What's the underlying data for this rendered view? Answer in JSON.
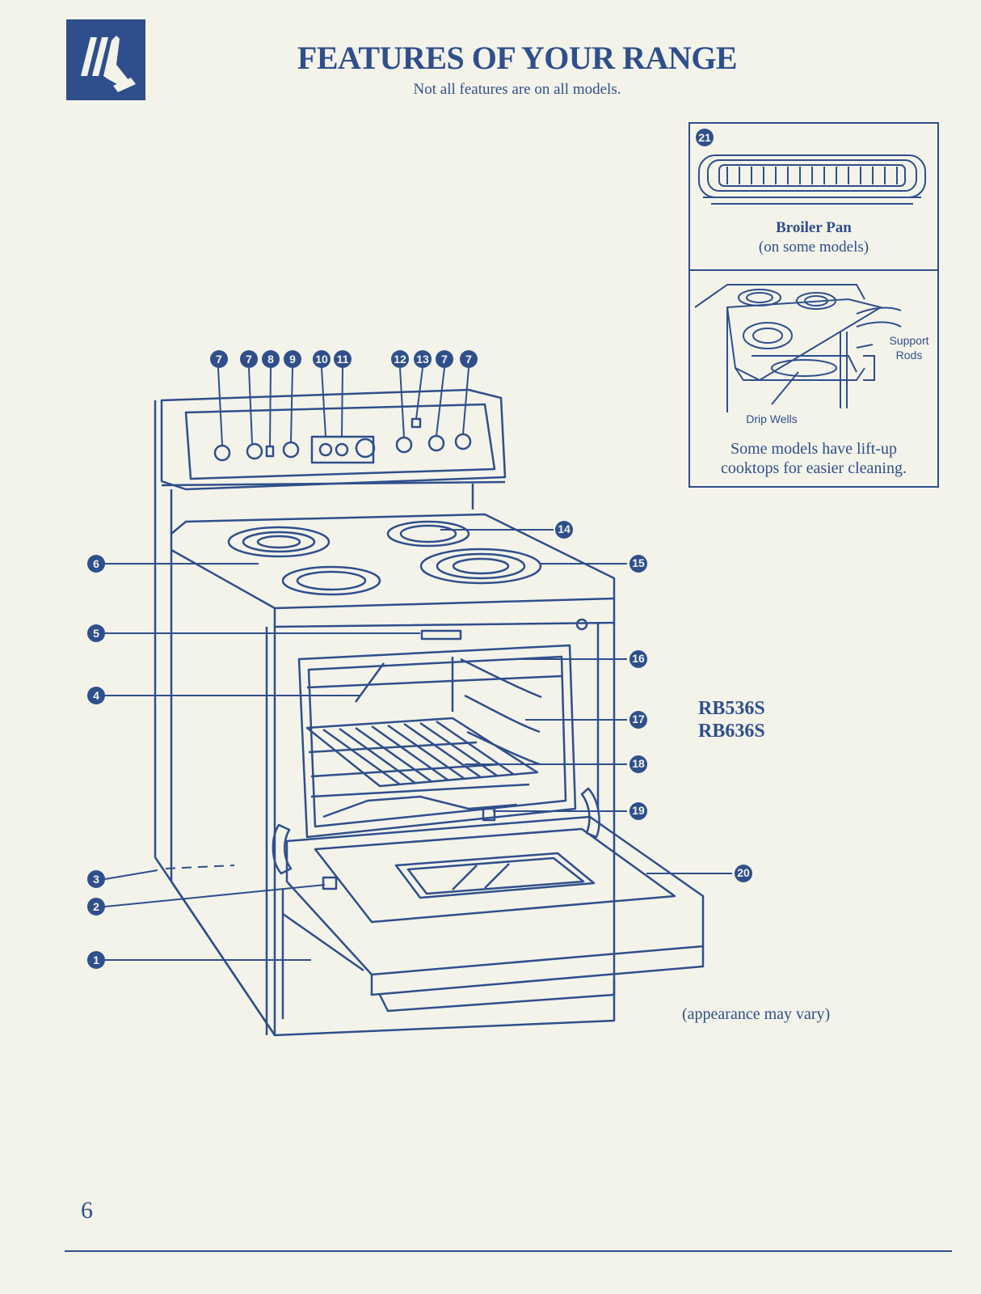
{
  "header": {
    "title": "FEATURES OF YOUR RANGE",
    "subtitle": "Not all features are on all models."
  },
  "inset": {
    "callout": "21",
    "broiler_title": "Broiler Pan",
    "broiler_subtitle": "(on some models)",
    "support_rods_line1": "Support",
    "support_rods_line2": "Rods",
    "drip_wells": "Drip Wells",
    "note_line1": "Some models have lift-up",
    "note_line2": "cooktops for easier cleaning."
  },
  "models": {
    "line1": "RB536S",
    "line2": "RB636S"
  },
  "callouts": {
    "top_row": [
      "7",
      "7",
      "8",
      "9",
      "10",
      "11",
      "12",
      "13",
      "7",
      "7"
    ],
    "left_col": [
      "6",
      "5",
      "4",
      "3",
      "2",
      "1"
    ],
    "right_col": [
      "14",
      "15",
      "16",
      "17",
      "18",
      "19",
      "20"
    ]
  },
  "appearance_note": "(appearance may vary)",
  "page_number": "6",
  "colors": {
    "ink": "#2f4f8c",
    "paper": "#f3f3e9"
  }
}
